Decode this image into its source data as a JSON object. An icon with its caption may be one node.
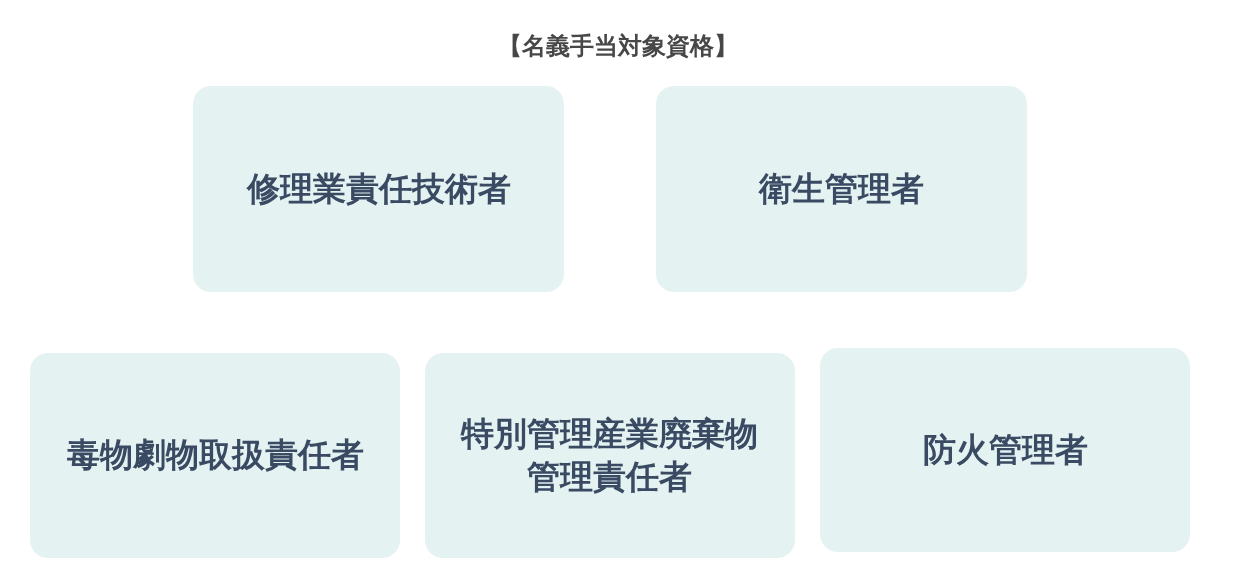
{
  "diagram": {
    "title": "【名義手当対象資格】",
    "nodes": [
      {
        "text": [
          "修理業責任技術者"
        ]
      },
      {
        "text": [
          "衛生管理者"
        ]
      },
      {
        "text": [
          "毒物劇物取扱責任者"
        ]
      },
      {
        "text": [
          "特別管理産業廃棄物管理責任者"
        ]
      },
      {
        "text": [
          "防火管理者"
        ]
      }
    ]
  }
}
